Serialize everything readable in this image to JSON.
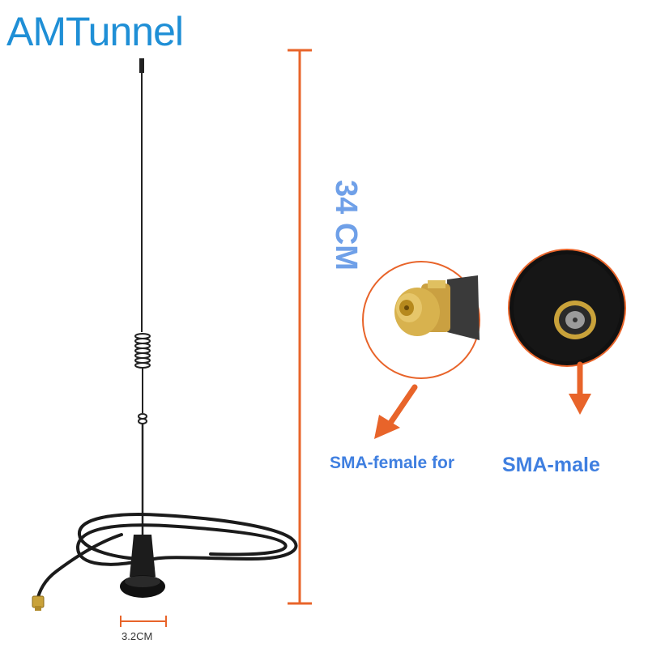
{
  "brand": "AMTunnel",
  "dimensions": {
    "height": "34 CM",
    "base_diameter": "3.2CM"
  },
  "connectors": {
    "female_label": "SMA-female for",
    "male_label": "SMA-male"
  },
  "colors": {
    "brand": "#1f8fd6",
    "dimension_line": "#e8642a",
    "label_blue": "#3f7fe0"
  }
}
